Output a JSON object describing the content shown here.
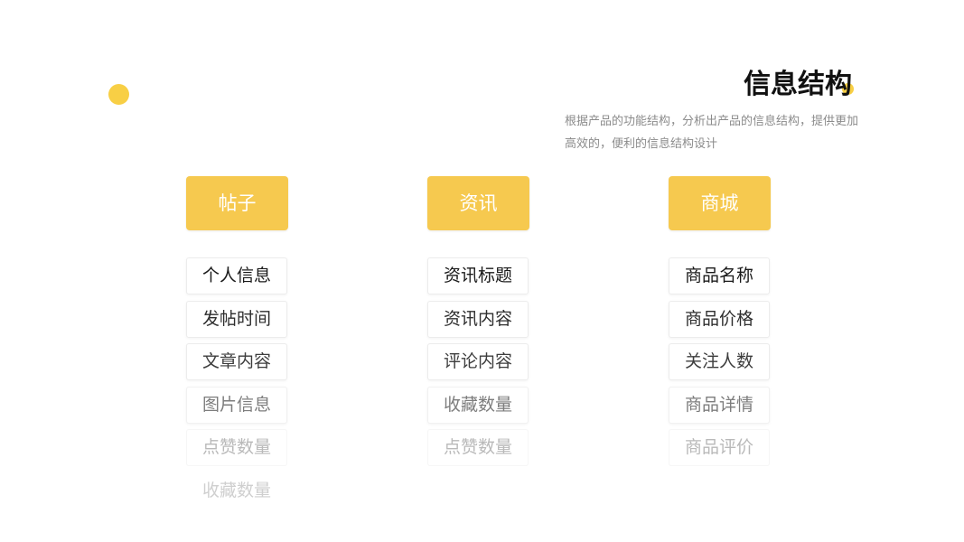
{
  "header": {
    "title": "信息结构",
    "description": "根据产品的功能结构，分析出产品的信息结构，提供更加高效的，便利的信息结构设计"
  },
  "colors": {
    "accent": "#f6c94f",
    "accent_dot": "#f8cf45"
  },
  "columns": [
    {
      "header": "帖子",
      "items": [
        "个人信息",
        "发帖时间",
        "文章内容",
        "图片信息",
        "点赞数量",
        "收藏数量"
      ]
    },
    {
      "header": "资讯",
      "items": [
        "资讯标题",
        "资讯内容",
        "评论内容",
        "收藏数量",
        "点赞数量"
      ]
    },
    {
      "header": "商城",
      "items": [
        "商品名称",
        "商品价格",
        "关注人数",
        "商品详情",
        "商品评价"
      ]
    }
  ]
}
